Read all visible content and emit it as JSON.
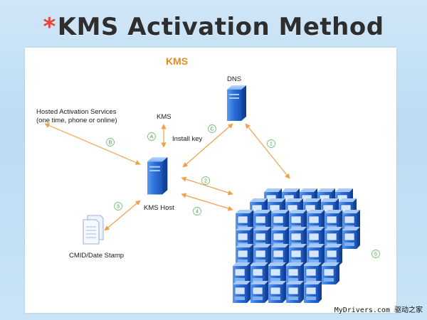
{
  "slide": {
    "title_star": "*",
    "title": "KMS Activation Method"
  },
  "diagram": {
    "heading": "KMS",
    "nodes": {
      "dns": "DNS",
      "hosted_line1": "Hosted Activation Services",
      "hosted_line2": "(one time, phone or online)",
      "kms": "KMS",
      "install_key": "Install key",
      "kms_host": "KMS Host",
      "cmid": "CMID/Date Stamp"
    },
    "steps": [
      "A",
      "B",
      "C",
      "1",
      "2",
      "3",
      "4",
      "5"
    ],
    "colors": {
      "arrow": "#f0a04a",
      "step_circle": "#7cc07c",
      "server_blue": "#2d6fd0",
      "heading_orange": "#e88a1e"
    }
  },
  "footer": {
    "watermark": "MyDrivers.com 驱动之家"
  }
}
